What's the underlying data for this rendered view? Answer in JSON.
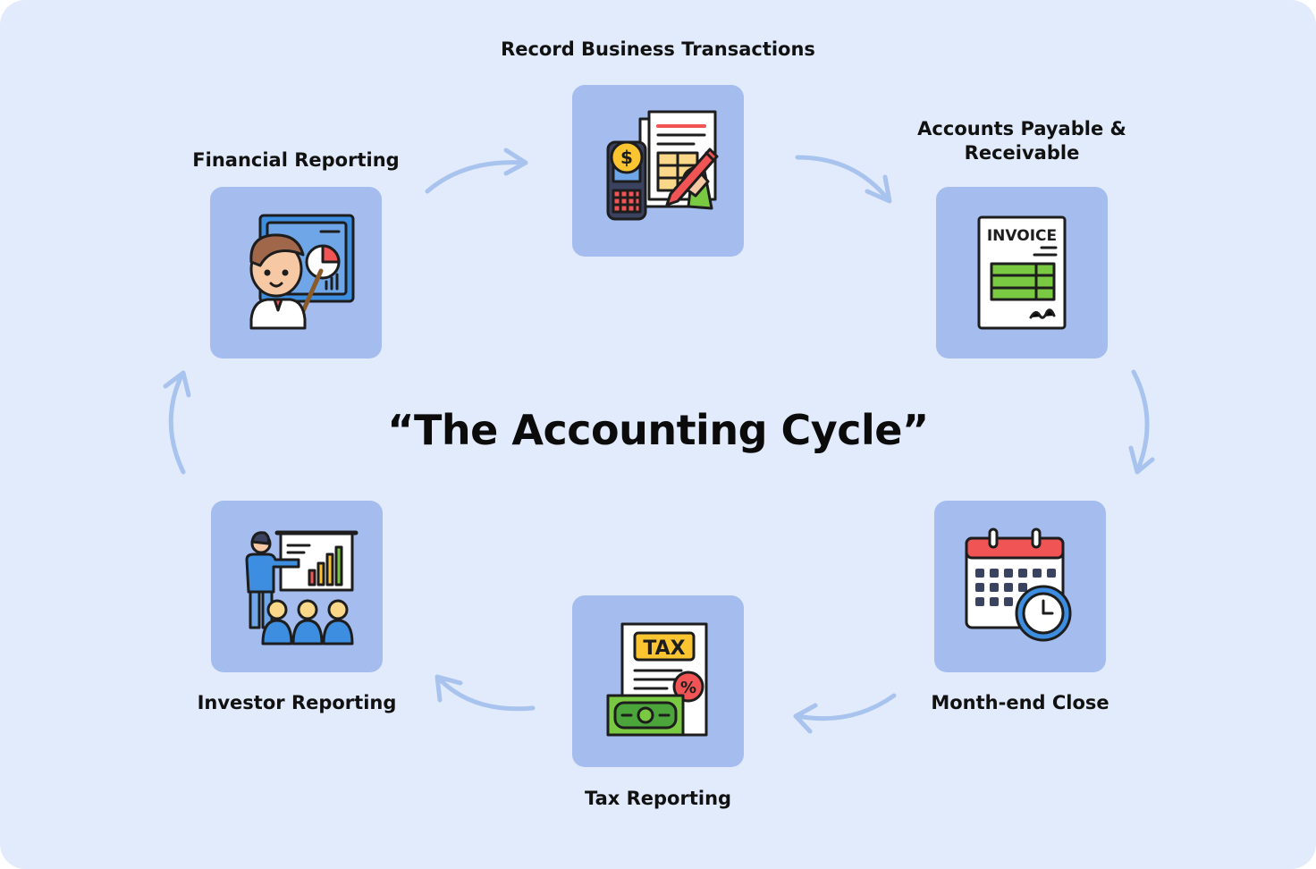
{
  "title": "“The Accounting Cycle”",
  "steps": [
    {
      "label": "Record Business Transactions",
      "icon": "transaction-document-icon"
    },
    {
      "label": "Accounts Payable &",
      "label2": "Receivable",
      "icon": "invoice-icon"
    },
    {
      "label": "Month-end Close",
      "icon": "calendar-clock-icon"
    },
    {
      "label": "Tax Reporting",
      "icon": "tax-document-icon"
    },
    {
      "label": "Investor Reporting",
      "icon": "presentation-audience-icon"
    },
    {
      "label": "Financial Reporting",
      "icon": "presenter-chart-icon"
    }
  ],
  "invoice_text": "INVOICE",
  "tax_text": "TAX",
  "colors": {
    "background": "#e2ebfb",
    "tile": "#a5bdee",
    "arrow": "#a9c3ef",
    "text": "#111111"
  }
}
